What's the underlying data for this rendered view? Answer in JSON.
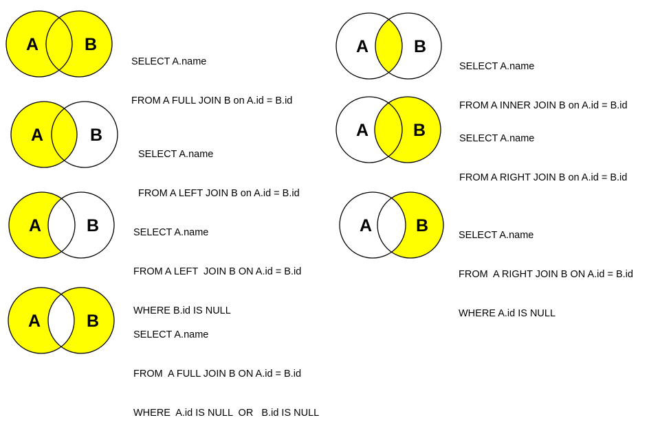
{
  "colors": {
    "fill": "#ffff00",
    "empty": "#ffffff",
    "stroke": "#000000",
    "text": "#000000"
  },
  "circle_labels": {
    "left": "A",
    "right": "B"
  },
  "diagrams": [
    {
      "shading": "both",
      "sql": [
        "SELECT A.name",
        "FROM A FULL JOIN B on A.id = B.id"
      ]
    },
    {
      "shading": "intersection",
      "sql": [
        "SELECT A.name",
        "FROM A INNER JOIN B on A.id = B.id"
      ]
    },
    {
      "shading": "left",
      "sql": [
        "SELECT A.name",
        "FROM A LEFT JOIN B on A.id = B.id"
      ]
    },
    {
      "shading": "right",
      "sql": [
        "SELECT A.name",
        "FROM A RIGHT JOIN B on A.id = B.id"
      ]
    },
    {
      "shading": "left-only",
      "sql": [
        "SELECT A.name",
        "FROM A LEFT  JOIN B ON A.id = B.id",
        "WHERE B.id IS NULL"
      ]
    },
    {
      "shading": "right-only",
      "sql": [
        "SELECT A.name",
        "FROM  A RIGHT JOIN B ON A.id = B.id",
        "WHERE A.id IS NULL"
      ]
    },
    {
      "shading": "symmetric-difference",
      "sql": [
        "SELECT A.name",
        "FROM  A FULL JOIN B ON A.id = B.id",
        "WHERE  A.id IS NULL  OR   B.id IS NULL"
      ]
    }
  ]
}
